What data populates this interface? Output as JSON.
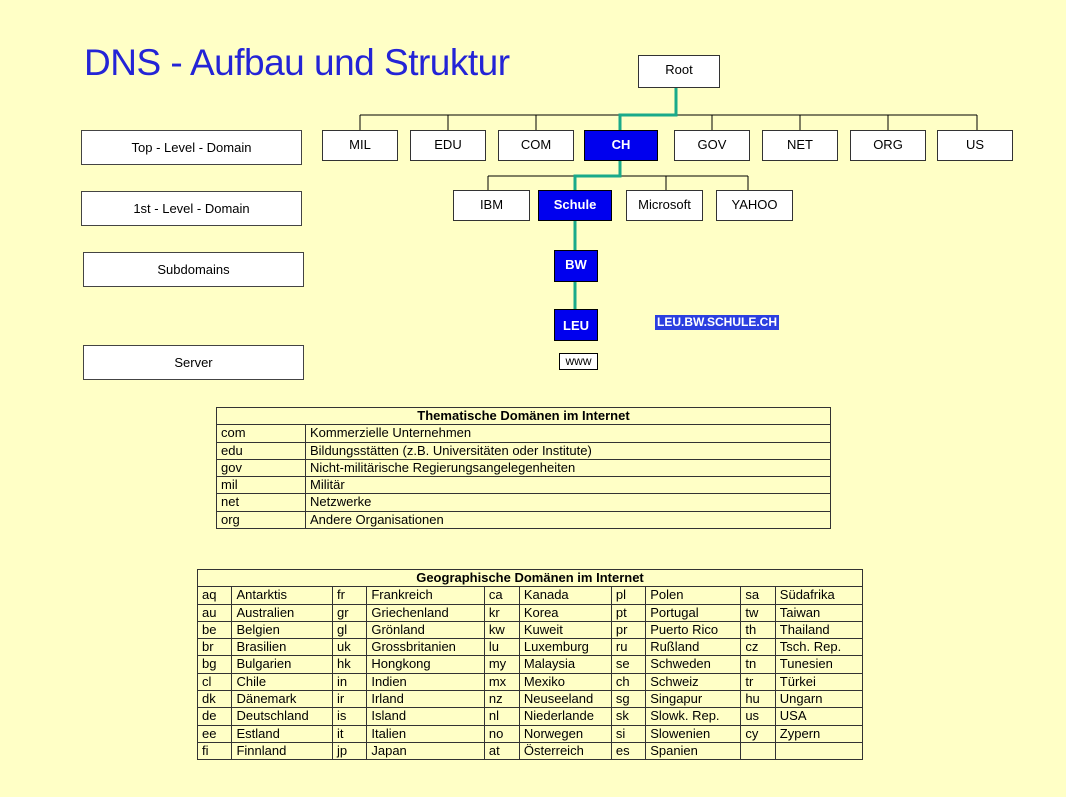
{
  "title": "DNS - Aufbau und Struktur",
  "root": "Root",
  "levels": {
    "tld": "Top - Level - Domain",
    "first": "1st - Level - Domain",
    "sub": "Subdomains",
    "server": "Server"
  },
  "tlds": [
    "MIL",
    "EDU",
    "COM",
    "CH",
    "GOV",
    "NET",
    "ORG",
    "US"
  ],
  "first_level": [
    "IBM",
    "Schule",
    "Microsoft",
    "YAHOO"
  ],
  "subdomain": "BW",
  "leu": "LEU",
  "fqdn": "LEU.BW.SCHULE.CH",
  "www": "www",
  "colors": {
    "background": "#FFFFC6",
    "title": "#2424D6",
    "selected": "#0000EE",
    "path": "#1AAA8A"
  },
  "thematic": {
    "header": "Thematische Domänen im Internet",
    "rows": [
      [
        "com",
        "Kommerzielle Unternehmen"
      ],
      [
        "edu",
        "Bildungsstätten (z.B. Universitäten oder Institute)"
      ],
      [
        "gov",
        "Nicht-militärische Regierungsangelegenheiten"
      ],
      [
        "mil",
        "Militär"
      ],
      [
        "net",
        "Netzwerke"
      ],
      [
        "org",
        "Andere Organisationen"
      ]
    ]
  },
  "geographic": {
    "header": "Geographische Domänen im Internet",
    "rows": [
      [
        "aq",
        "Antarktis",
        "fr",
        "Frankreich",
        "ca",
        "Kanada",
        "pl",
        "Polen",
        "sa",
        "Südafrika"
      ],
      [
        "au",
        "Australien",
        "gr",
        "Griechenland",
        "kr",
        "Korea",
        "pt",
        "Portugal",
        "tw",
        "Taiwan"
      ],
      [
        "be",
        "Belgien",
        "gl",
        "Grönland",
        "kw",
        "Kuweit",
        "pr",
        "Puerto Rico",
        "th",
        "Thailand"
      ],
      [
        "br",
        "Brasilien",
        "uk",
        "Grossbritanien",
        "lu",
        "Luxemburg",
        "ru",
        "Rußland",
        "cz",
        "Tsch. Rep."
      ],
      [
        "bg",
        "Bulgarien",
        "hk",
        "Hongkong",
        "my",
        "Malaysia",
        "se",
        "Schweden",
        "tn",
        "Tunesien"
      ],
      [
        "cl",
        "Chile",
        "in",
        "Indien",
        "mx",
        "Mexiko",
        "ch",
        "Schweiz",
        "tr",
        "Türkei"
      ],
      [
        "dk",
        "Dänemark",
        "ir",
        "Irland",
        "nz",
        "Neuseeland",
        "sg",
        "Singapur",
        "hu",
        "Ungarn"
      ],
      [
        "de",
        "Deutschland",
        "is",
        "Island",
        "nl",
        "Niederlande",
        "sk",
        "Slowk. Rep.",
        "us",
        "USA"
      ],
      [
        "ee",
        "Estland",
        "it",
        "Italien",
        "no",
        "Norwegen",
        "si",
        "Slowenien",
        "cy",
        "Zypern"
      ],
      [
        "fi",
        "Finnland",
        "jp",
        "Japan",
        "at",
        "Österreich",
        "es",
        "Spanien",
        "",
        ""
      ]
    ]
  }
}
